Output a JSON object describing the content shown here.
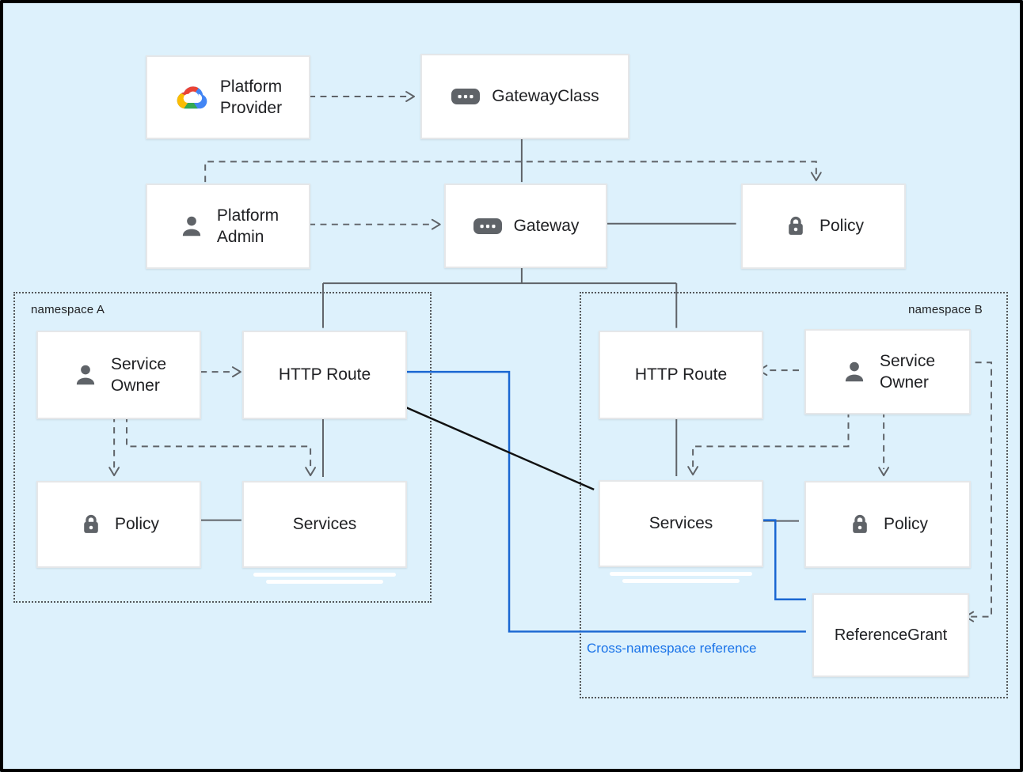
{
  "diagram": {
    "description": "Kubernetes Gateway API role model diagram",
    "background_color": "#ddf1fc",
    "frame_color": "#000000"
  },
  "colors": {
    "line_gray": "#5f6368",
    "namespace_border": "#54585c",
    "box_border": "#e5e7e9",
    "text": "#202124",
    "blue_line": "#1a67d2",
    "blue_label": "#1a73e8",
    "black_line": "#111111",
    "icon_gray": "#5f6368",
    "google_red": "#ea4335",
    "google_blue": "#4285f4",
    "google_yellow": "#fbbc04",
    "google_green": "#34a853"
  },
  "nodes": {
    "platform_provider": {
      "lines": [
        "Platform",
        "Provider"
      ],
      "icon": "google-cloud-icon"
    },
    "gateway_class": {
      "label": "GatewayClass",
      "icon": "api-resource-icon"
    },
    "platform_admin": {
      "lines": [
        "Platform",
        "Admin"
      ],
      "icon": "person-icon"
    },
    "gateway": {
      "label": "Gateway",
      "icon": "api-resource-icon"
    },
    "policy_root": {
      "label": "Policy",
      "icon": "lock-icon"
    },
    "service_owner_a": {
      "lines": [
        "Service",
        "Owner"
      ],
      "icon": "person-icon"
    },
    "http_route_a": {
      "label": "HTTP Route"
    },
    "policy_a": {
      "label": "Policy",
      "icon": "lock-icon"
    },
    "services_a": {
      "label": "Services"
    },
    "http_route_b": {
      "label": "HTTP Route"
    },
    "service_owner_b": {
      "lines": [
        "Service",
        "Owner"
      ],
      "icon": "person-icon"
    },
    "services_b": {
      "label": "Services"
    },
    "policy_b": {
      "label": "Policy",
      "icon": "lock-icon"
    },
    "reference_grant": {
      "label": "ReferenceGrant"
    }
  },
  "namespaces": {
    "a": {
      "label": "namespace A"
    },
    "b": {
      "label": "namespace B"
    }
  },
  "annotations": {
    "cross_namespace_reference": "Cross-namespace reference"
  }
}
